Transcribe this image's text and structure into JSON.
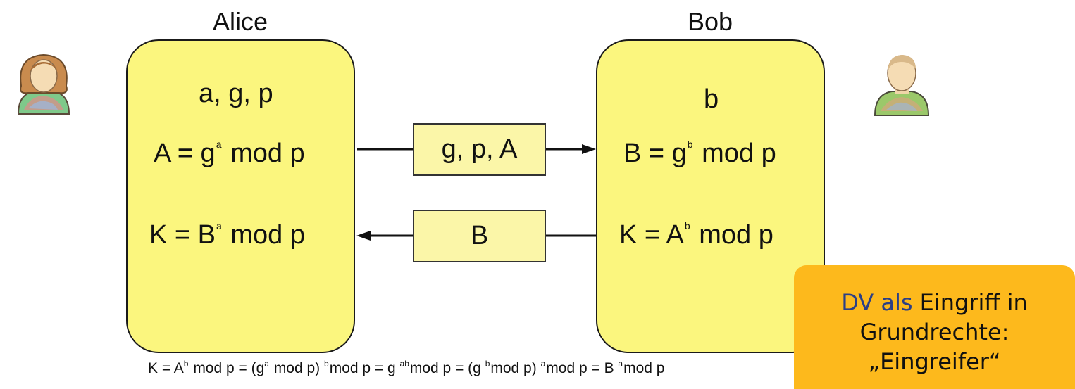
{
  "parties": {
    "alice": {
      "name": "Alice",
      "params": "a, g, p",
      "public_lhs": "A = g",
      "public_exp": "a",
      "public_rhs": "mod p",
      "key_lhs": "K = B",
      "key_exp": "a",
      "key_rhs": "mod p"
    },
    "bob": {
      "name": "Bob",
      "params": "b",
      "public_lhs": "B = g",
      "public_exp": "b",
      "public_rhs": "mod p",
      "key_lhs": "K = A",
      "key_exp": "b",
      "key_rhs": "mod p"
    }
  },
  "messages": {
    "to_bob": "g, p, A",
    "to_alice": "B"
  },
  "formula": {
    "p1": "K = A",
    "e1": "b",
    "p2": " mod p = (g",
    "e2": "a",
    "p3": " mod p) ",
    "e3": "b",
    "p4": "mod p = g ",
    "e4": "ab",
    "p5": "mod p = (g ",
    "e5": "b",
    "p6": "mod p) ",
    "e6": "a",
    "p7": "mod p = B ",
    "e7": "a",
    "p8": "mod p"
  },
  "callout": {
    "part1": "DV als",
    "part2": "Eingriff in",
    "line2": "Grundrechte:",
    "line3": "„Eingreifer“"
  },
  "colors": {
    "box": "#fbf67e",
    "message_box": "#fbf6a8",
    "callout": "#fdb91c",
    "callout_accent": "#2b3f86"
  },
  "icons": {
    "alice": "woman-avatar-icon",
    "bob": "man-avatar-icon"
  }
}
